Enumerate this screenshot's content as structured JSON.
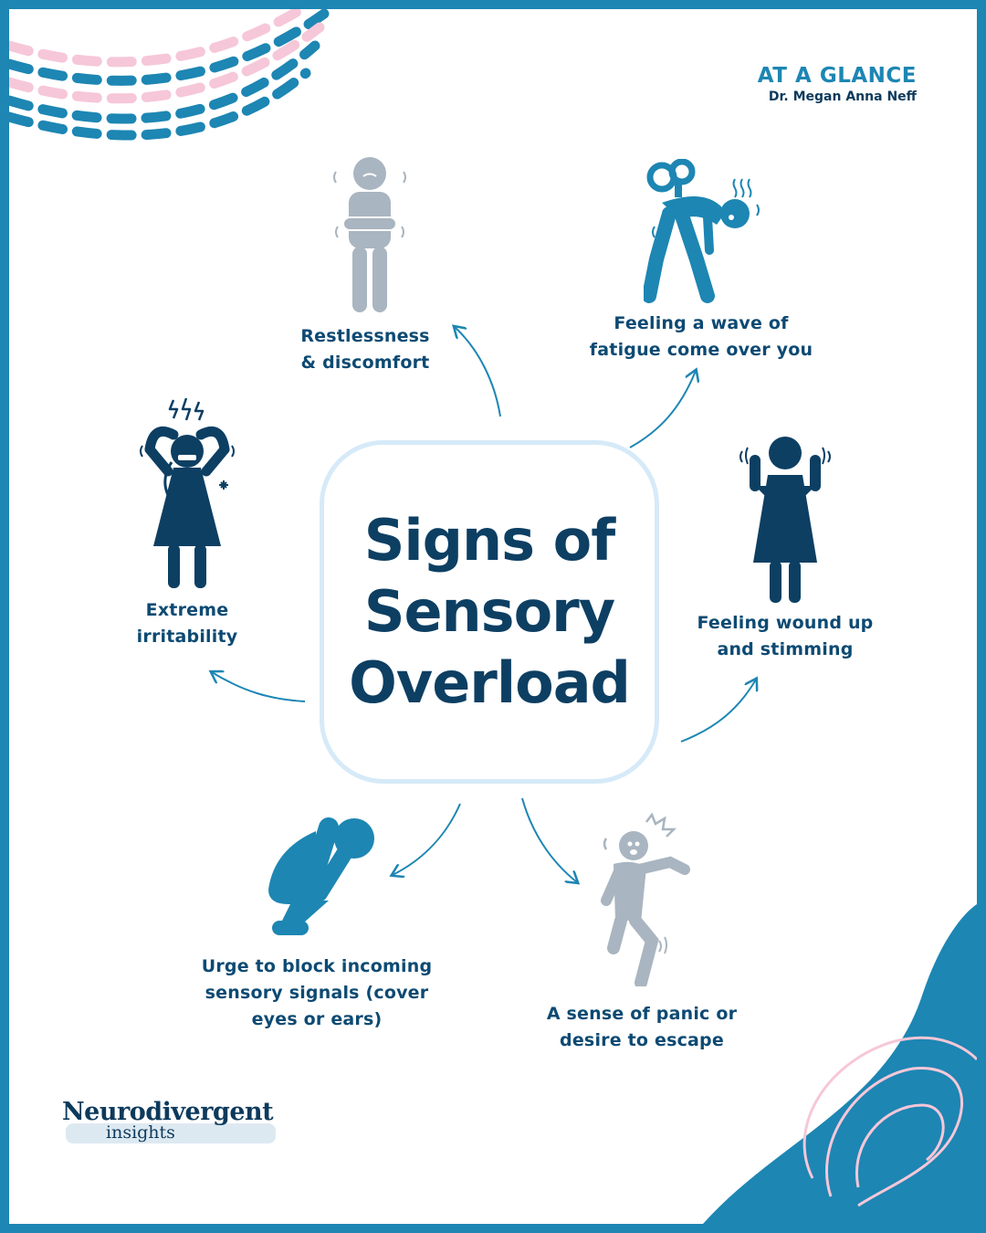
{
  "header": {
    "title": "AT A GLANCE",
    "author": "Dr. Megan Anna Neff"
  },
  "center": {
    "line1": "Signs of",
    "line2": "Sensory",
    "line3": "Overload"
  },
  "signs": [
    {
      "line1": "Restlessness",
      "line2": "& discomfort"
    },
    {
      "line1": "Feeling a wave of",
      "line2": "fatigue come over you"
    },
    {
      "line1": "Feeling wound up",
      "line2": "and stimming"
    },
    {
      "line1": "A sense of panic or",
      "line2": "desire to escape"
    },
    {
      "line1": "Urge to block incoming",
      "line2": "sensory signals (cover",
      "line3": "eyes or ears)"
    },
    {
      "line1": "Extreme",
      "line2": "irritability"
    }
  ],
  "logo": {
    "main": "Neurodivergent",
    "sub": "insights"
  },
  "colors": {
    "frame": "#1d86b3",
    "navy": "#0d3f63",
    "grey_figure": "#a9b5c0",
    "pink": "#f6c7d8",
    "center_border": "#d6eaf8"
  }
}
